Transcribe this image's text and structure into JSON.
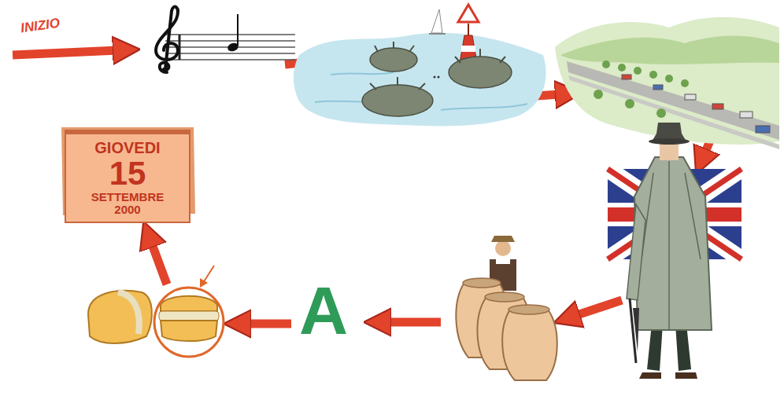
{
  "diagram": {
    "nodes": [
      {
        "text": [
          "GIOVEDI",
          "15",
          "SETTEMBRE 2000"
        ]
      }
    ],
    "labels": [
      "INIZIO",
      "A"
    ]
  }
}
